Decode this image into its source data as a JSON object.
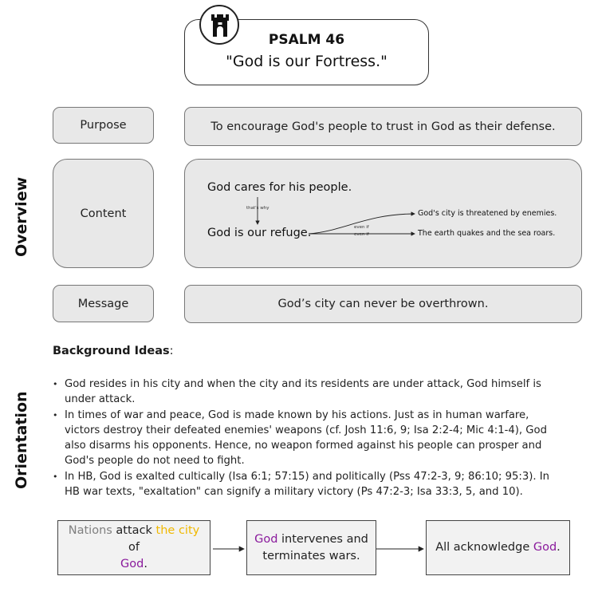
{
  "title": {
    "heading": "PSALM 46",
    "subtitle": "\"God is our Fortress.\"",
    "icon": "castle-tower-icon"
  },
  "sections": {
    "overview_label": "Overview",
    "orientation_label": "Orientation"
  },
  "overview": {
    "purpose": {
      "label": "Purpose",
      "text": "To encourage God's people to trust in God as their defense."
    },
    "content": {
      "label": "Content",
      "line1": "God cares for his people.",
      "connector_down": "that's why",
      "line2": "God is our refuge.",
      "branch_label_1": "even if",
      "branch_label_2": "even if",
      "branch_1": "God's city is threatened by enemies.",
      "branch_2": "The earth quakes and the sea roars."
    },
    "message": {
      "label": "Message",
      "text": "God’s city can never be overthrown."
    }
  },
  "background": {
    "heading": "Background Ideas",
    "colon": ":",
    "bullets": [
      "God resides in his city and when the city and its residents are under attack, God himself is under attack.",
      "In times of war and peace, God is made known by his actions. Just as in human warfare, victors destroy their defeated enemies' weapons (cf. Josh 11:6, 9; Isa 2:2-4; Mic 4:1-4), God also disarms his opponents. Hence, no weapon formed against his people can prosper and God's people do not need to fight.",
      "In HB, God is exalted cultically (Isa 6:1; 57:15) and politically (Pss 47:2-3, 9; 86:10; 95:3). In HB war texts, \"exaltation\" can signify a military victory (Ps 47:2-3; Isa 33:3, 5, and 10)."
    ]
  },
  "flow": {
    "step1": {
      "part1": "Nations",
      "part2": " attack ",
      "part3": "the city",
      "part4": " of ",
      "part5": "God",
      "part6": "."
    },
    "step2": {
      "part1": "God",
      "part2": " intervenes and terminates wars."
    },
    "step3": {
      "part1": "All acknowledge ",
      "part2": "God",
      "part3": "."
    }
  },
  "colors": {
    "box_fill": "#e8e8e8",
    "flow_fill": "#f2f2f2",
    "nations_gray": "#7f7f7f",
    "city_gold": "#f0b800",
    "god_purple": "#8a1a9c"
  }
}
